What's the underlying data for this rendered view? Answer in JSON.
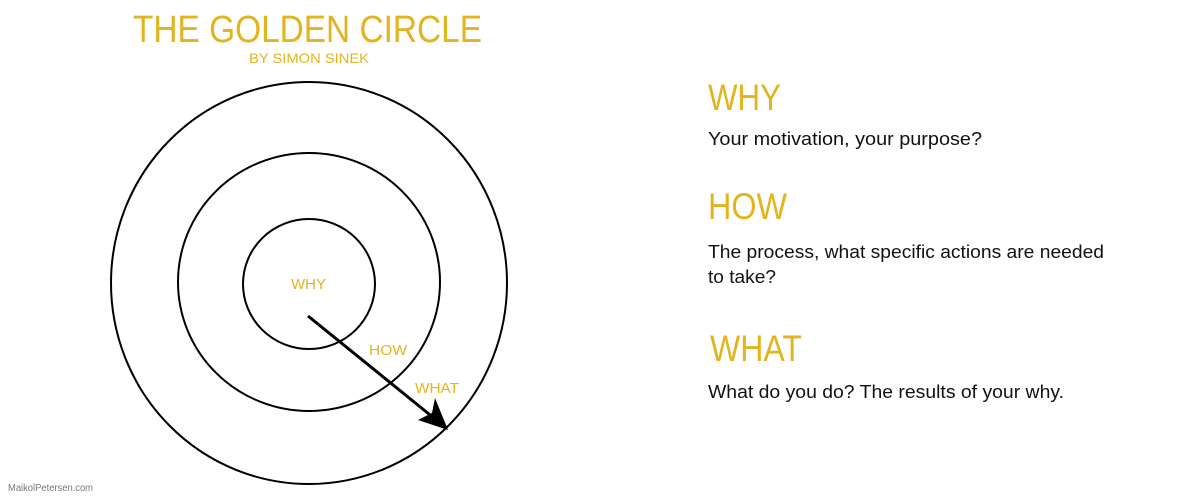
{
  "title": "THE GOLDEN CIRCLE",
  "subtitle": "BY SIMON SINEK",
  "colors": {
    "accent": "#E2B41E",
    "text": "#111111",
    "line": "#000000",
    "credit": "#777777"
  },
  "diagram": {
    "labels": {
      "why": "WHY",
      "how": "HOW",
      "what": "WHAT"
    }
  },
  "sections": [
    {
      "heading": "WHY",
      "lines": [
        "Your motivation, your purpose?"
      ]
    },
    {
      "heading": "HOW",
      "lines": [
        "The process, what specific actions are needed",
        "to take?"
      ]
    },
    {
      "heading": "WHAT",
      "lines": [
        "What do you do? The results of your why."
      ]
    }
  ],
  "credit": "MaikolPetersen.com"
}
